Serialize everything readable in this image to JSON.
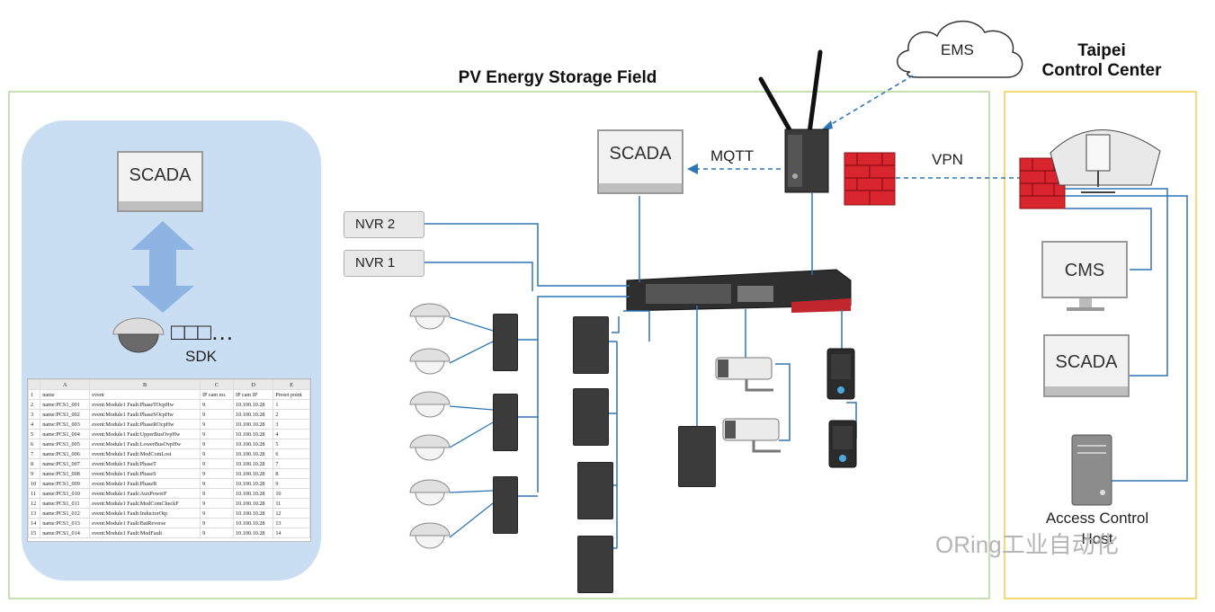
{
  "titles": {
    "field": "PV Energy Storage Field",
    "center_line1": "Taipei",
    "center_line2": "Control Center"
  },
  "cloud": {
    "label": "EMS"
  },
  "links": {
    "mqtt": "MQTT",
    "vpn": "VPN"
  },
  "left_panel": {
    "scada": "SCADA",
    "sdk": "SDK",
    "sdk_boxes": "□□□…",
    "sheet": {
      "col_letters": [
        "",
        "A",
        "B",
        "C",
        "D",
        "E"
      ],
      "headers": [
        "1",
        "name",
        "event",
        "IP cam no.",
        "IP cam IP",
        "Preset point"
      ],
      "rows": [
        [
          "2",
          "name:PCS1_001",
          "event:Module1 Fault:PhaseTOcpHw",
          "9",
          "10.100.10.28",
          "1"
        ],
        [
          "3",
          "name:PCS1_002",
          "event:Module1 Fault:PhaseSOcpHw",
          "9",
          "10.100.10.28",
          "2"
        ],
        [
          "4",
          "name:PCS1_003",
          "event:Module1 Fault:PhaseROcpHw",
          "9",
          "10.100.10.28",
          "3"
        ],
        [
          "5",
          "name:PCS1_004",
          "event:Module1 Fault:UpperBusOvpHw",
          "9",
          "10.100.10.28",
          "4"
        ],
        [
          "6",
          "name:PCS1_005",
          "event:Module1 Fault:LowerBusOvpHw",
          "9",
          "10.100.10.28",
          "5"
        ],
        [
          "7",
          "name:PCS1_006",
          "event:Module1 Fault:ModComLost",
          "9",
          "10.100.10.28",
          "6"
        ],
        [
          "8",
          "name:PCS1_007",
          "event:Module1 Fault:PhaseT",
          "9",
          "10.100.10.28",
          "7"
        ],
        [
          "9",
          "name:PCS1_008",
          "event:Module1 Fault:PhaseS",
          "9",
          "10.100.10.28",
          "8"
        ],
        [
          "10",
          "name:PCS1_009",
          "event:Module1 Fault:PhaseR",
          "9",
          "10.100.10.28",
          "9"
        ],
        [
          "11",
          "name:PCS1_010",
          "event:Module1 Fault:AuxPowerF",
          "9",
          "10.100.10.28",
          "10"
        ],
        [
          "12",
          "name:PCS1_011",
          "event:Module1 Fault:ModComCheckF",
          "9",
          "10.100.10.28",
          "11"
        ],
        [
          "13",
          "name:PCS1_012",
          "event:Module1 Fault:InductorOtp",
          "9",
          "10.100.10.28",
          "12"
        ],
        [
          "14",
          "name:PCS1_013",
          "event:Module1 Fault:BatReverse",
          "9",
          "10.100.10.28",
          "13"
        ],
        [
          "15",
          "name:PCS1_014",
          "event:Module1 Fault:ModFault",
          "9",
          "10.100.10.28",
          "14"
        ]
      ]
    }
  },
  "field": {
    "scada": "SCADA",
    "nvr2": "NVR 2",
    "nvr1": "NVR 1"
  },
  "control_center": {
    "cms": "CMS",
    "scada": "SCADA",
    "access_control": "Access Control",
    "host": "Host"
  },
  "watermark": "ORing工业自动化",
  "colors": {
    "field_border": "#c6e0b4",
    "center_border": "#f5d77c",
    "panel_bg": "#c9def3",
    "line_blue": "#2e75b6",
    "arrow_blue": "#8db4e2",
    "firewall_red": "#d9262e"
  }
}
